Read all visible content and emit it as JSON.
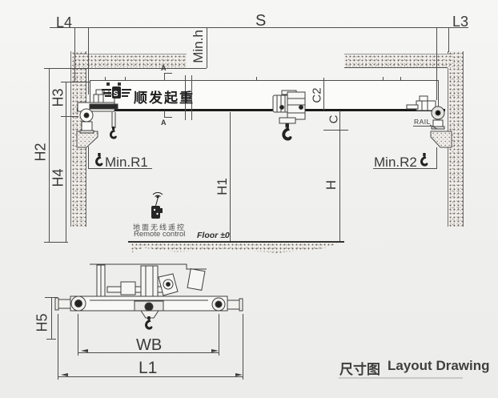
{
  "drawing_type": "crane-layout-drawing",
  "caption": {
    "cn": "尺寸图",
    "en": "Layout Drawing"
  },
  "dims": {
    "l4": "L4",
    "s": "S",
    "l3": "L3",
    "min_h": "Min.h",
    "h3": "H3",
    "h2": "H2",
    "h4": "H4",
    "h1": "H1",
    "c2": "C2",
    "c": "C",
    "h": "H",
    "min_r1": "Min.R1",
    "min_r2": "Min.R2",
    "h5": "H5",
    "wb": "WB",
    "l1": "L1"
  },
  "labels": {
    "rail": "RAIL",
    "section_marker": "A",
    "brand": "顺发起重",
    "remote_cn": "地面无线遥控",
    "remote_en": "Remote control",
    "floor": "Floor ±0"
  },
  "icons": {
    "hook": "crane-hook-icon",
    "remote": "wireless-remote-pendant-icon",
    "brand_wings": "brand-wings-logo-icon"
  },
  "colors": {
    "line": "#4d4d4d",
    "dark_line": "#1b1b1b",
    "label": "#3a3a3a",
    "background": "#efefed",
    "caption_underline": "#c9c9c9"
  }
}
